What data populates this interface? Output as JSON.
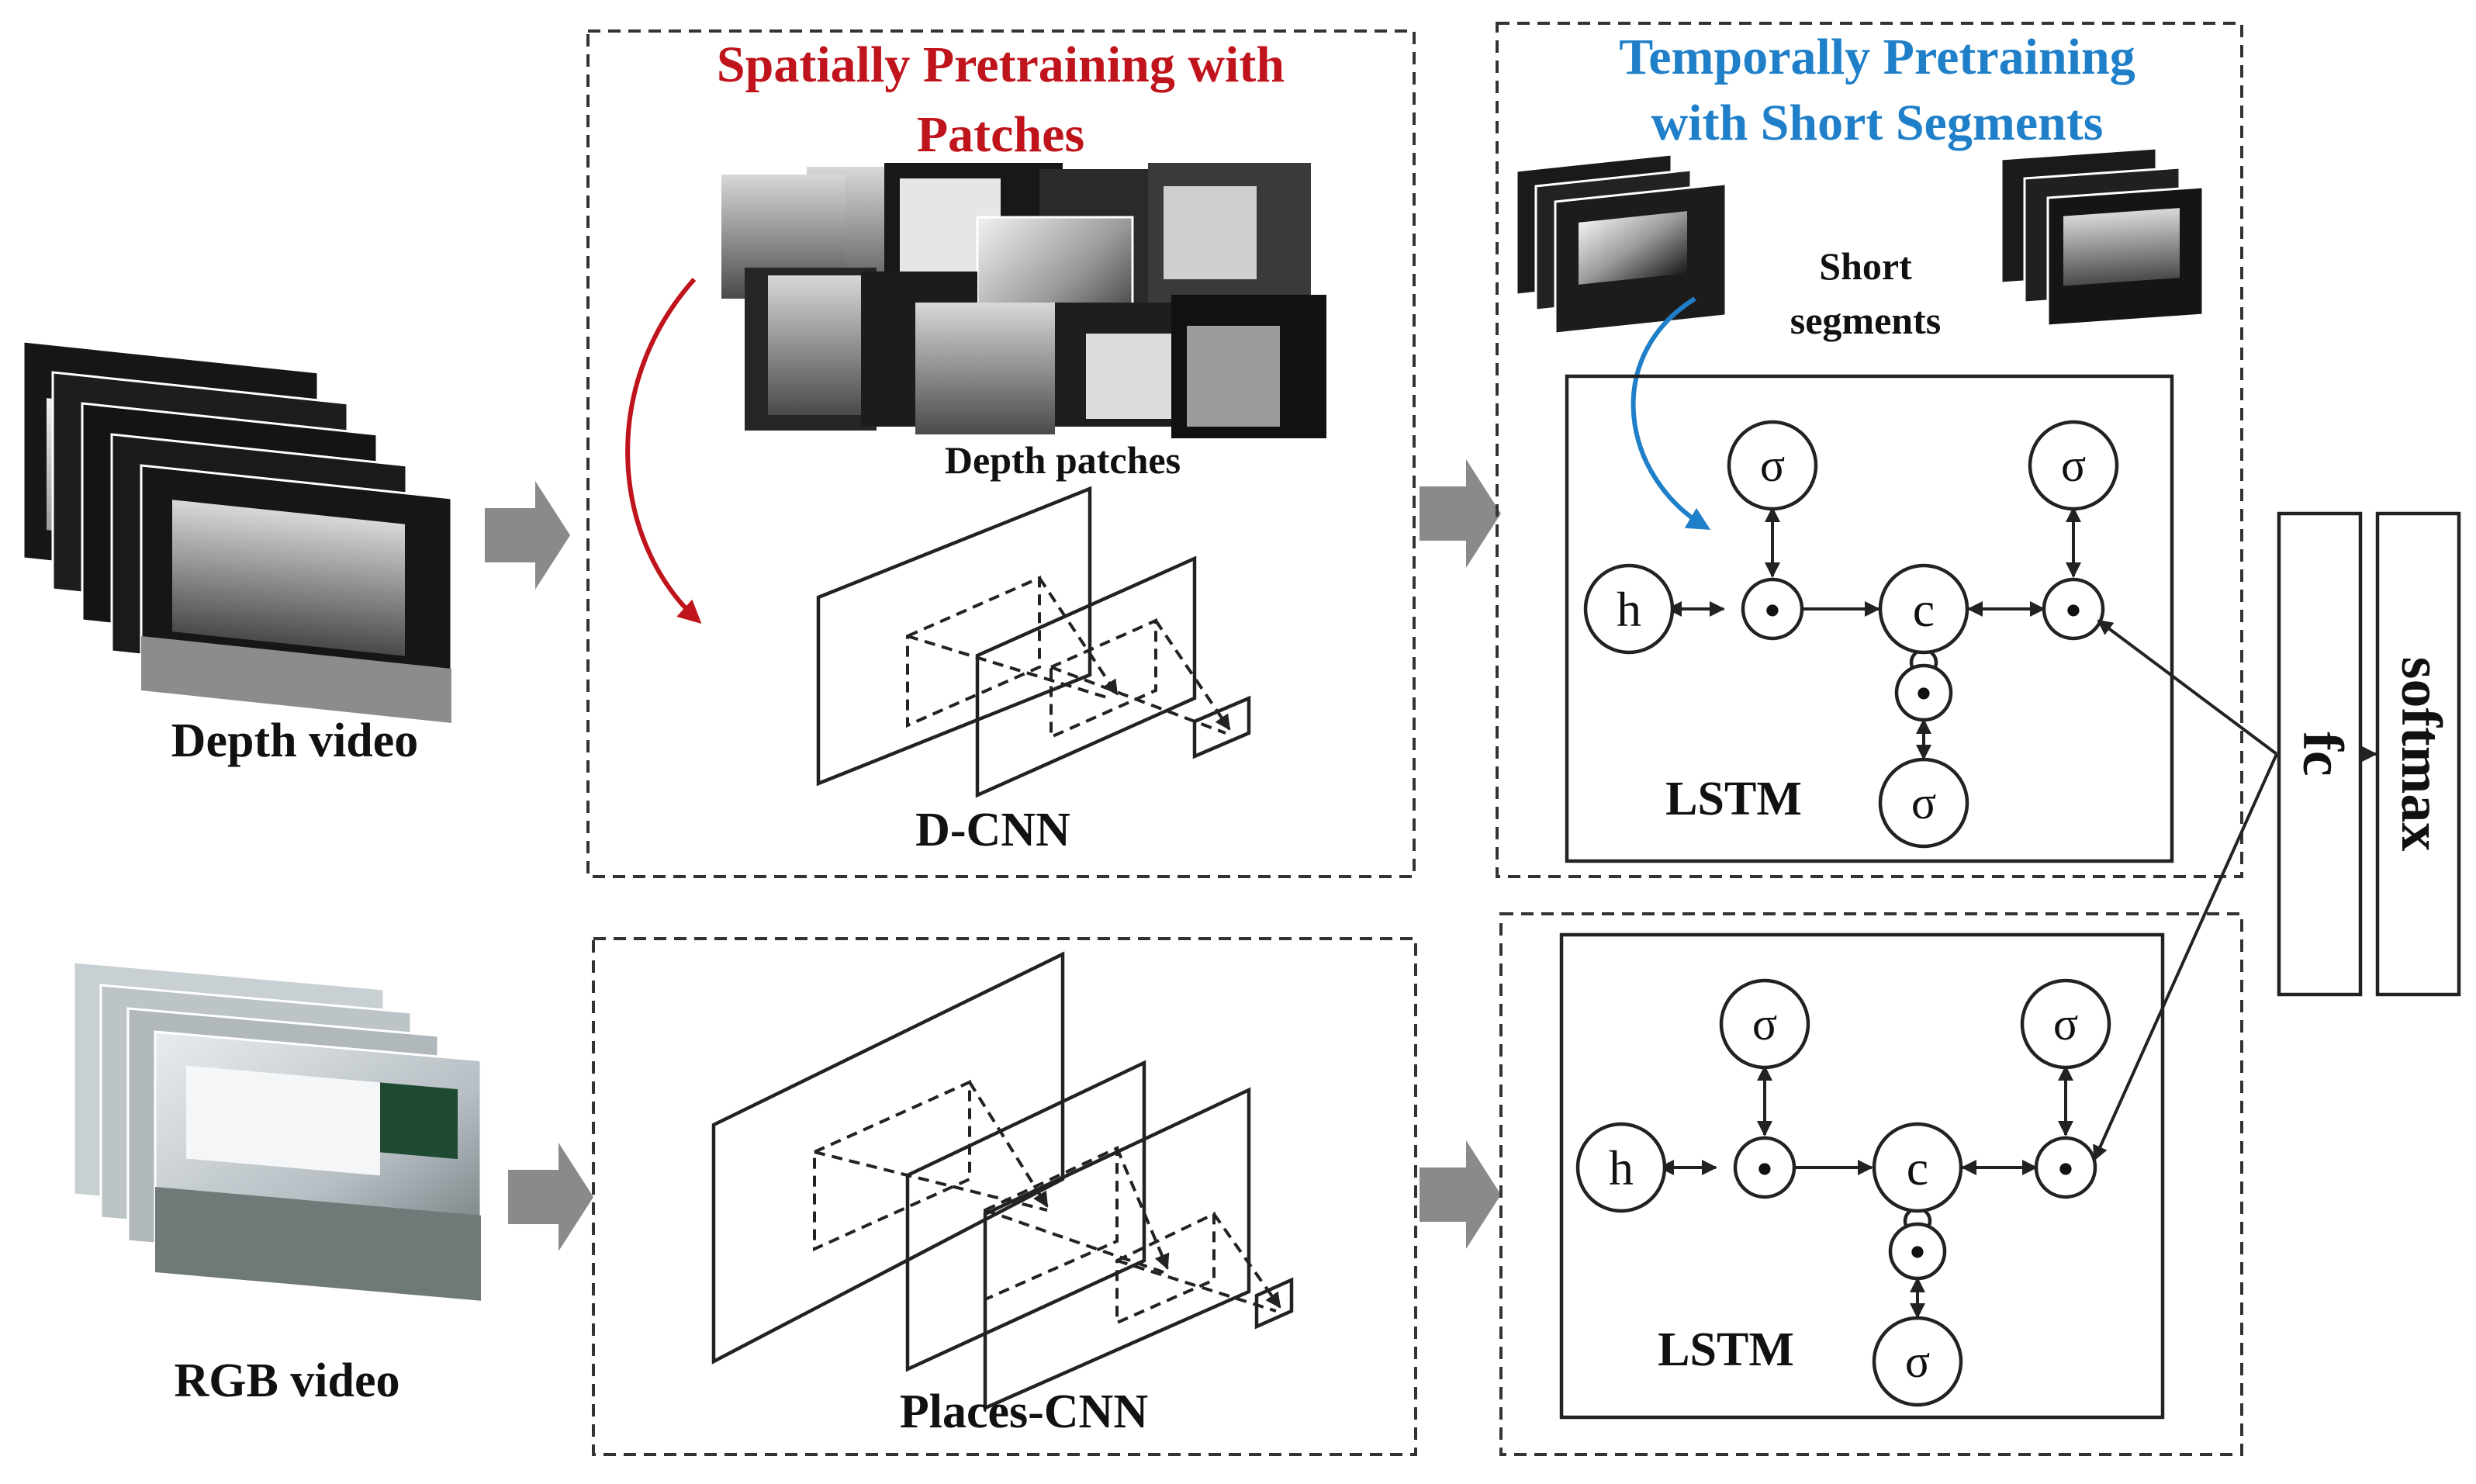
{
  "titles": {
    "spatial_line1": "Spatially Pretraining with",
    "spatial_line2": "Patches",
    "temporal_line1": "Temporally Pretraining",
    "temporal_line2": "with Short Segments"
  },
  "labels": {
    "depth_video": "Depth video",
    "rgb_video": "RGB video",
    "depth_patches": "Depth patches",
    "d_cnn": "D-CNN",
    "places_cnn": "Places-CNN",
    "short_segments_line1": "Short",
    "short_segments_line2": "segments",
    "lstm_top": "LSTM",
    "lstm_bottom": "LSTM",
    "fc": "fc",
    "softmax": "softmax"
  },
  "lstm_symbols": {
    "hidden": "h",
    "cell": "c",
    "sigma": "σ",
    "gate": "•"
  },
  "colors": {
    "spatial_title": "#c0141c",
    "temporal_title": "#1f7fc8",
    "red_arrow": "#c0141c",
    "blue_arrow": "#1f7fc8",
    "flow_arrow": "#8a8a8a"
  }
}
